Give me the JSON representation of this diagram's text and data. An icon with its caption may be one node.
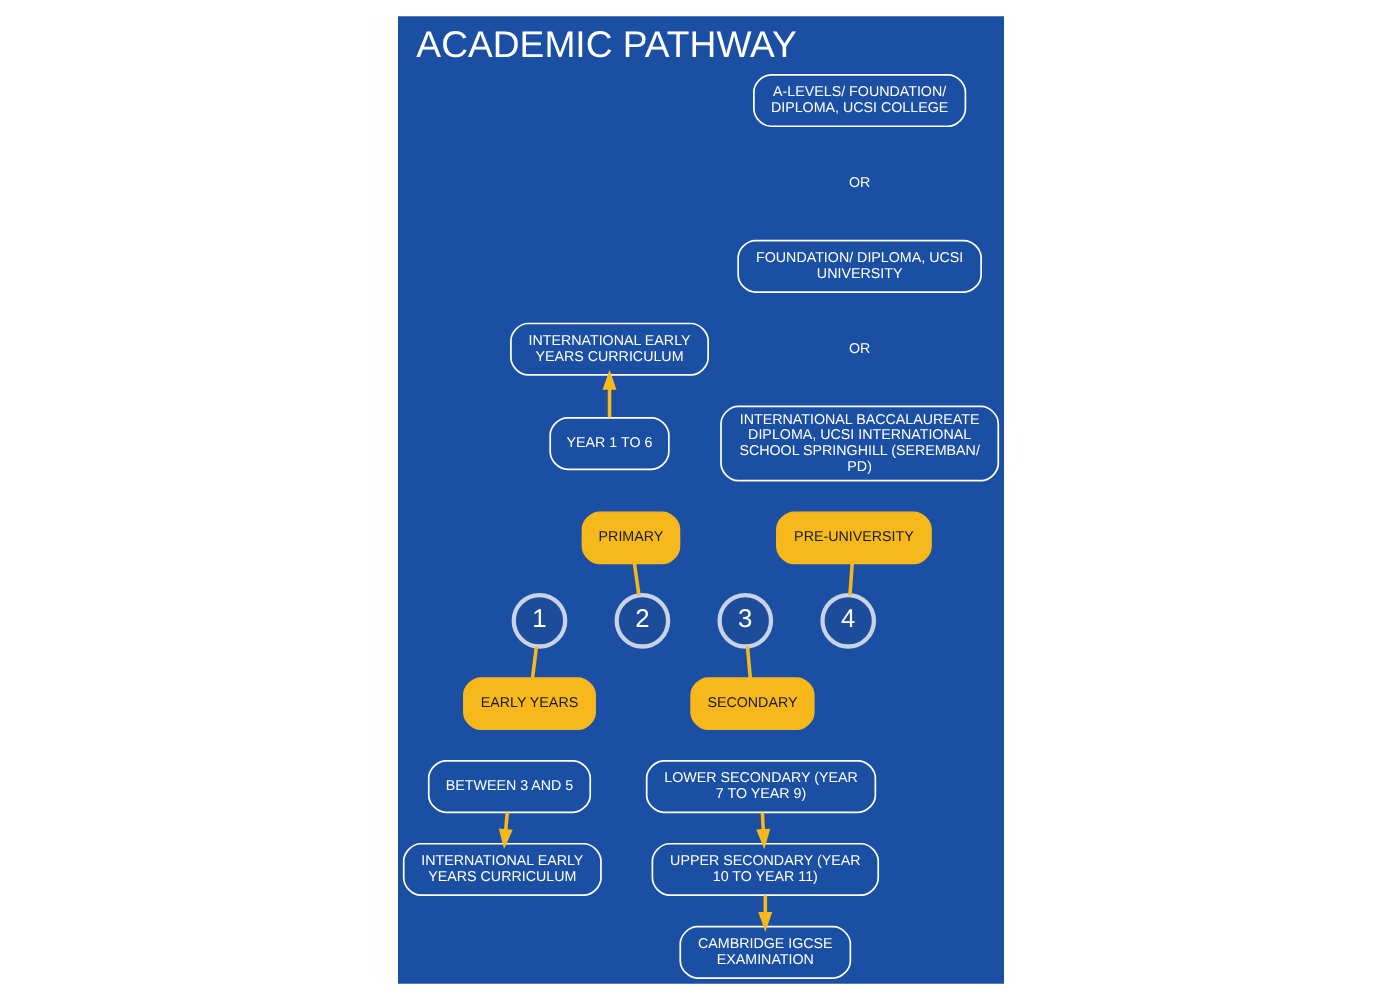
{
  "diagram": {
    "title": "ACADEMIC PATHWAY",
    "nodes": [
      {
        "text": [
          "1"
        ]
      },
      {
        "text": [
          "EARLY YEARS"
        ]
      },
      {
        "text": [
          "BETWEEN 3 AND 5"
        ]
      },
      {
        "text": [
          "INTERNATIONAL EARLY YEARS CURRICULUM"
        ]
      },
      {
        "text": [
          "2"
        ]
      },
      {
        "text": [
          "PRIMARY"
        ]
      },
      {
        "text": [
          "YEAR 1 TO 6"
        ]
      },
      {
        "text": [
          "INTERNATIONAL EARLY YEARS CURRICULUM"
        ]
      },
      {
        "text": [
          "3"
        ]
      },
      {
        "text": [
          "SECONDARY"
        ]
      },
      {
        "text": [
          "LOWER SECONDARY (YEAR 7 TO YEAR 9)"
        ]
      },
      {
        "text": [
          "UPPER SECONDARY (YEAR 10 TO YEAR 11)"
        ]
      },
      {
        "text": [
          "CAMBRIDGE IGCSE EXAMINATION"
        ]
      },
      {
        "text": [
          "4"
        ]
      },
      {
        "text": [
          "PRE-UNIVERSITY"
        ]
      },
      {
        "text": [
          "A-LEVELS/ FOUNDATION/ DIPLOMA, UCSI COLLEGE"
        ]
      },
      {
        "text": [
          "FOUNDATION/ DIPLOMA, UCSI UNIVERSITY"
        ]
      },
      {
        "text": [
          "INTERNATIONAL BACCALAUREATE DIPLOMA, UCSI INTERNATIONAL SCHOOL SPRINGHILL (SEREMBAN/ PD)"
        ]
      }
    ],
    "edges": [
      {
        "from": 0,
        "to": 1,
        "arrow": "none"
      },
      {
        "from": 2,
        "to": 3,
        "arrow": "to"
      },
      {
        "from": 4,
        "to": 5,
        "arrow": "none"
      },
      {
        "from": 6,
        "to": 7,
        "arrow": "to"
      },
      {
        "from": 8,
        "to": 9,
        "arrow": "none"
      },
      {
        "from": 10,
        "to": 11,
        "arrow": "to"
      },
      {
        "from": 11,
        "to": 12,
        "arrow": "to"
      },
      {
        "from": 13,
        "to": 14,
        "arrow": "none"
      }
    ],
    "labels": [
      "OR",
      "OR"
    ]
  }
}
